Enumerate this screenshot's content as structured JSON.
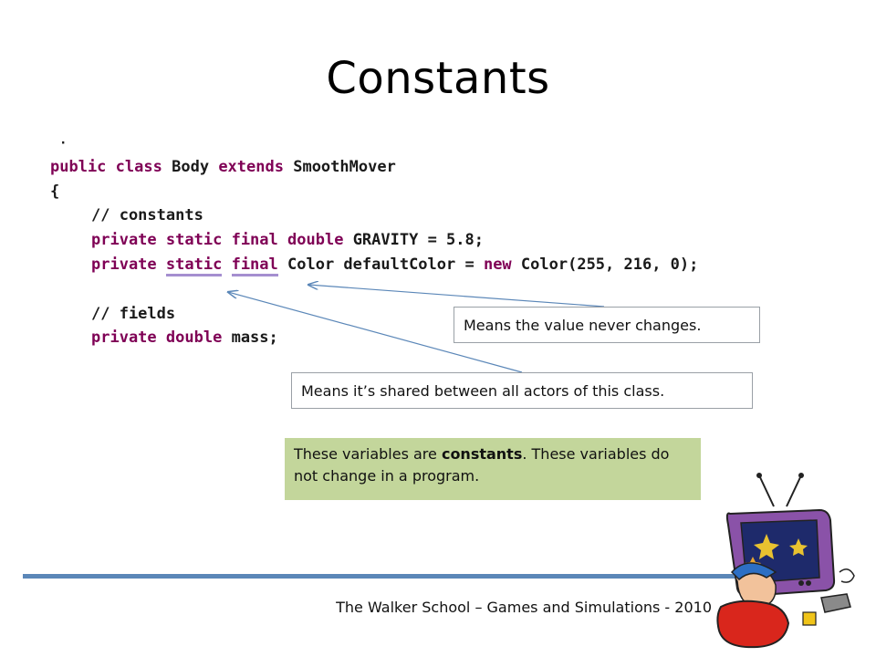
{
  "slide": {
    "title": "Constants",
    "footer": "The Walker School – Games and Simulations - 2010"
  },
  "code": {
    "dot": "·",
    "line1": {
      "kw1": "public",
      "kw2": "class",
      "name": "Body",
      "kw3": "extends",
      "parent": "SmoothMover"
    },
    "line2": "{",
    "line3": "// constants",
    "line4": {
      "kw1": "private",
      "kw2": "static",
      "kw3": "final",
      "kw4": "double",
      "rest": "GRAVITY = 5.8;"
    },
    "line5": {
      "kw1": "private",
      "kw2": "static",
      "kw3": "final",
      "mid": "Color defaultColor = ",
      "kw4": "new",
      "rest": "Color(255, 216, 0);"
    },
    "line6": "// fields",
    "line7": {
      "kw1": "private",
      "kw2": "double",
      "rest": "mass;"
    }
  },
  "callouts": {
    "final_note": "Means the value never changes.",
    "static_note": "Means it’s shared between all actors of this class."
  },
  "note": {
    "part1": "These variables are ",
    "bold": "constants",
    "part2": ".  These variables do not change in a program."
  },
  "colors": {
    "keyword": "#7f0055",
    "comment": "#8a8f99",
    "underline": "#a58fd0",
    "note_bg": "#c3d69b",
    "footer_line": "#5b87b8",
    "arrow": "#5b87b8"
  },
  "icons": {
    "clipart": "tv-and-person-clipart"
  }
}
